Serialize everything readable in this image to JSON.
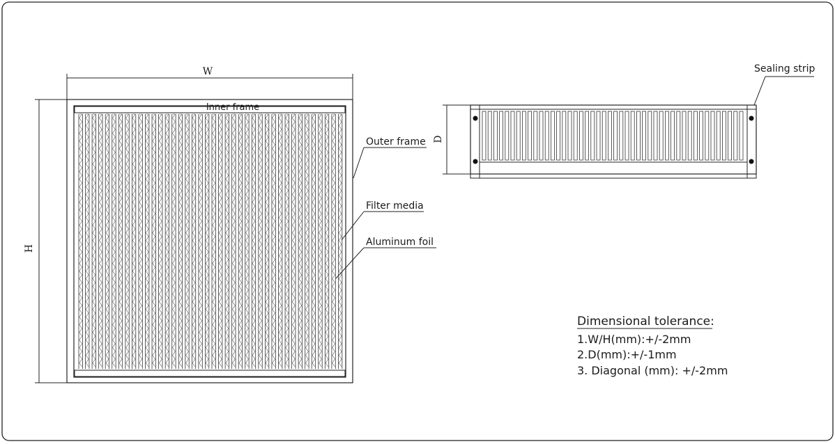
{
  "front_view": {
    "width_symbol": "W",
    "height_symbol": "H",
    "labels": {
      "inner_frame": "Inner frame",
      "outer_frame": "Outer frame",
      "filter_media": "Filter media",
      "aluminum_foil": "Aluminum foil"
    }
  },
  "side_view": {
    "depth_symbol": "D",
    "labels": {
      "sealing_strip": "Sealing strip"
    }
  },
  "tolerance": {
    "title": "Dimensional tolerance:",
    "lines": [
      "1.W/H(mm):+/-2mm",
      "2.D(mm):+/-1mm",
      "3. Diagonal (mm): +/-2mm"
    ]
  }
}
